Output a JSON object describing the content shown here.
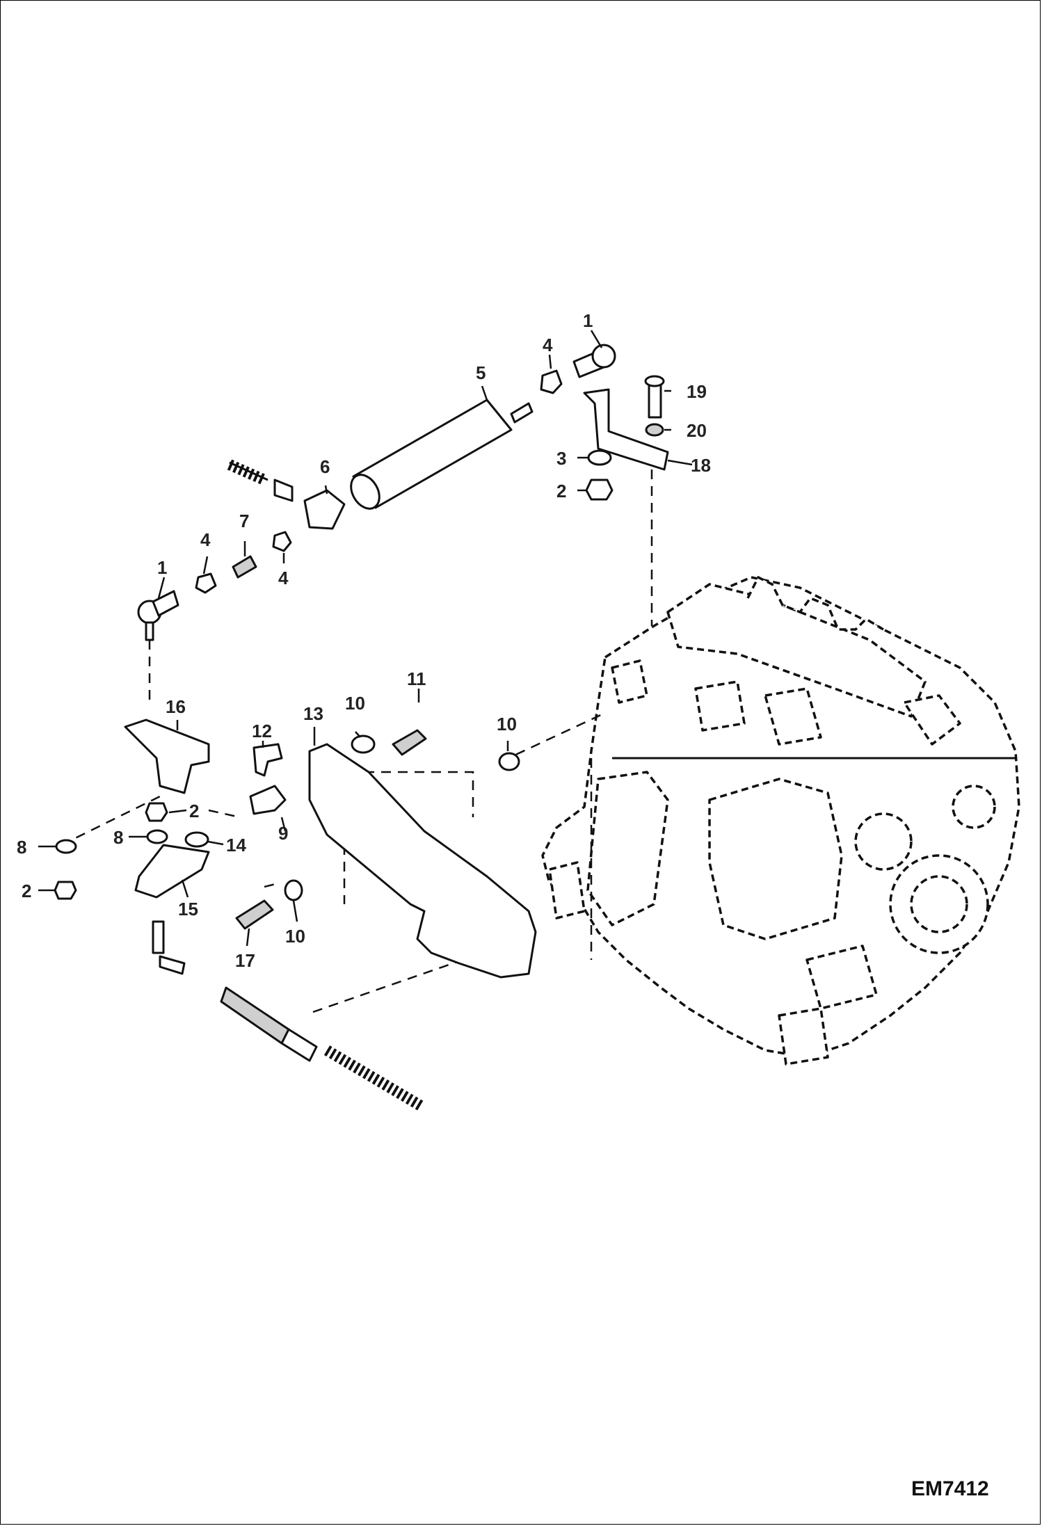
{
  "drawing_code": "EM7412",
  "callouts": [
    "1",
    "2",
    "3",
    "4",
    "5",
    "6",
    "7",
    "8",
    "9",
    "10",
    "11",
    "12",
    "13",
    "14",
    "15",
    "16",
    "17",
    "18",
    "19",
    "20"
  ]
}
